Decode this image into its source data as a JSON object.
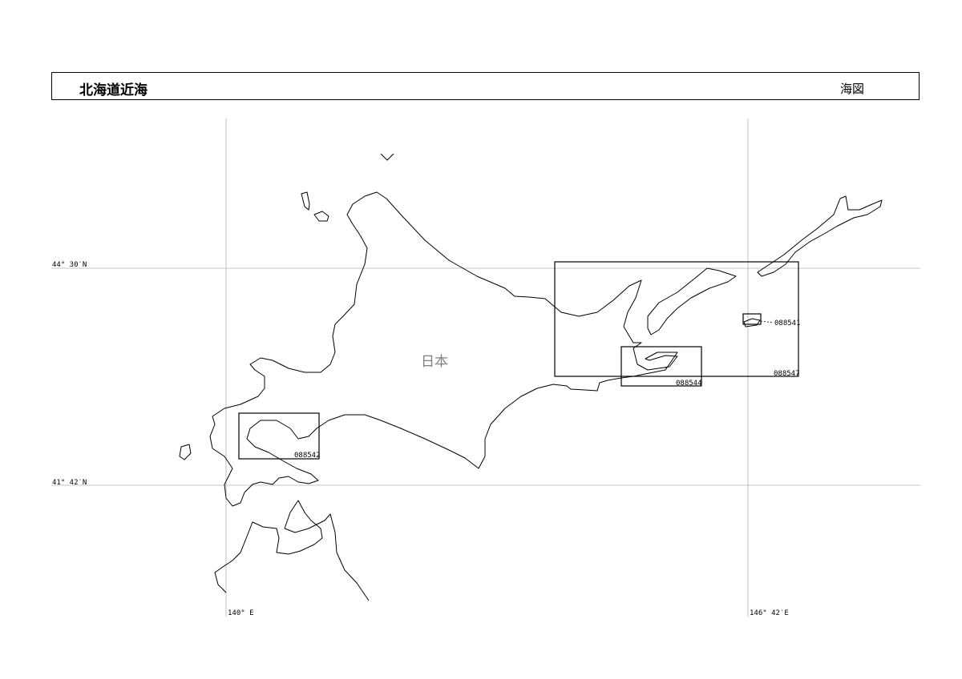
{
  "header": {
    "title": "北海道近海",
    "type": "海図"
  },
  "map": {
    "region_label": "日本",
    "latitudes": [
      "44° 30′N",
      "41° 42′N"
    ],
    "longitudes": [
      "140° E",
      "146° 42′E"
    ],
    "chart_boxes": [
      {
        "id": "088547"
      },
      {
        "id": "088544"
      },
      {
        "id": "088542"
      },
      {
        "id": "088541"
      }
    ],
    "colors": {
      "coastline": "#000000",
      "grid": "#b0b0b0",
      "region_label": "#808080"
    }
  }
}
